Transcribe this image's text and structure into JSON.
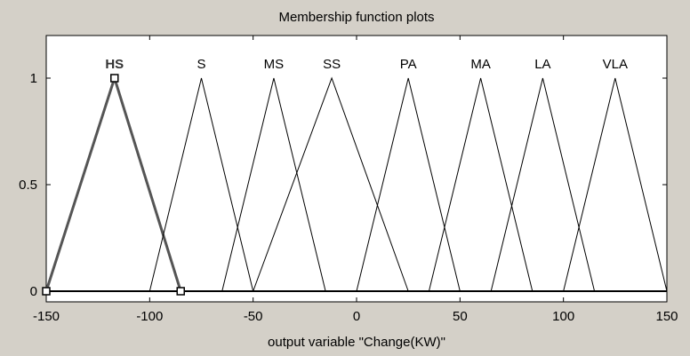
{
  "chart_data": {
    "type": "line",
    "title": "Membership function plots",
    "xlabel": "output variable \"Change(KW)\"",
    "ylabel": "",
    "xlim": [
      -150,
      150
    ],
    "ylim": [
      -0.05,
      1.2
    ],
    "x_ticks": [
      -150,
      -100,
      -50,
      0,
      50,
      100,
      150
    ],
    "y_ticks": [
      0,
      0.5,
      1
    ],
    "grid": false,
    "colors": {
      "background": "#d4d0c8",
      "plot_area": "#ffffff",
      "line": "#000000",
      "selected_line": "#555555"
    },
    "selected": "HS",
    "series": [
      {
        "name": "HS",
        "shape": "triangle",
        "params": [
          -150,
          -117,
          -85
        ]
      },
      {
        "name": "S",
        "shape": "triangle",
        "params": [
          -100,
          -75,
          -50
        ]
      },
      {
        "name": "MS",
        "shape": "triangle",
        "params": [
          -65,
          -40,
          -15
        ]
      },
      {
        "name": "SS",
        "shape": "triangle",
        "params": [
          -50,
          -12,
          25
        ]
      },
      {
        "name": "PA",
        "shape": "triangle",
        "params": [
          0,
          25,
          50
        ]
      },
      {
        "name": "MA",
        "shape": "triangle",
        "params": [
          35,
          60,
          85
        ]
      },
      {
        "name": "LA",
        "shape": "triangle",
        "params": [
          65,
          90,
          115
        ]
      },
      {
        "name": "VLA",
        "shape": "triangle",
        "params": [
          100,
          125,
          150
        ]
      }
    ]
  }
}
